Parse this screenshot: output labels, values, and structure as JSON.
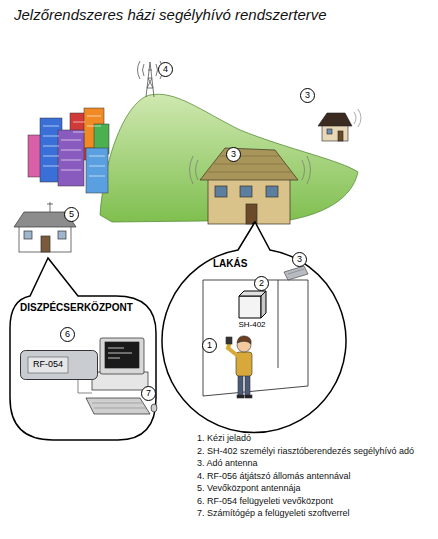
{
  "diagram": {
    "title": "Jelzőrendszeres házi segélyhívó rendszerterve",
    "nodes": [
      {
        "text": [
          "LAKÁS"
        ]
      },
      {
        "text": [
          "SH-402"
        ],
        "in": 0
      },
      {
        "text": [
          "DISZPÉCSERKÖZPONT"
        ]
      },
      {
        "text": [
          "RF-054"
        ],
        "in": 2
      }
    ],
    "labels": [
      "4",
      "3",
      "3",
      "5",
      "3",
      "2",
      "1",
      "6",
      "7"
    ],
    "legend": [
      {
        "text": "1. Kézi jeladó"
      },
      {
        "text": "2. SH-402 személyi riasztóberendezés segélyhívó adó"
      },
      {
        "text": "3. Adó antenna"
      },
      {
        "text": "4. RF-056 átjátszó állomás antennával"
      },
      {
        "text": "5. Vevőközpont antennája"
      },
      {
        "text": "6. RF-054 felügyeleti vevőközpont"
      },
      {
        "text": "7. Számítógép a felügyeleti szoftverrel"
      }
    ]
  }
}
